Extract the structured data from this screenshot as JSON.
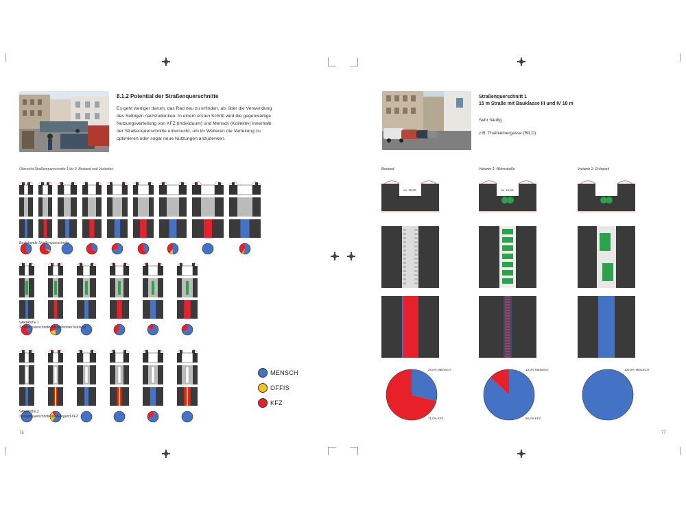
{
  "left": {
    "heading": "8.1.2  Potential der Straßenquerschnitte",
    "body_lines": [
      "Es geht weniger darum, das Rad neu zu erfinden, als über die Verwendung",
      "des Selbigen nachzudenken. In einem ersten Schritt wird die gegenwärtige",
      "Nutzungsverteilung von KFZ (Individuum) und Mensch (Kollektiv) innerhalb",
      "der Straßenquerschnitte untersucht, um im Weiteren die Verteilung zu",
      "optimieren oder sogar neue Nutzungen anzudenken."
    ],
    "overview_caption": "Übersicht Straßenquerschnitte 1 bis 9, Bestand und Varianten.",
    "row1_caption": "Bestehende Straßenquerschnitte",
    "row2_caption_1": "VARIANTE 1",
    "row2_caption_2": "Straßenquerschnitte mit getrennter Nutzung",
    "row3_caption_1": "VARIANTE 2",
    "row3_caption_2": "Straßenquerschnitte überwiegend KFZ",
    "page_number": "76"
  },
  "legend": [
    {
      "label": "MENSCH",
      "color": "#4472c4"
    },
    {
      "label": "OFFIS",
      "color": "#f5c21b"
    },
    {
      "label": "KFZ",
      "color": "#e8202a"
    }
  ],
  "right": {
    "heading_1": "Straßenquerschnitt 1",
    "heading_2": "15 m Straße mit Bauklasse III und IV 18 m",
    "freq": "Sehr häufig",
    "example": "z.B. Thalhaimergasse (BILD)",
    "columns": [
      {
        "title": "Bestand",
        "label_top": "29,0% MENSCH",
        "label_bottom": "71,0% KFZ",
        "dim": "ca. 15,00"
      },
      {
        "title": "Variante 1: Wohnstraße",
        "label_top": "13,0% MENSCH",
        "label_bottom": "86,0% KFZ",
        "dim": "ca. 15,00"
      },
      {
        "title": "Variante 2: Grünpark",
        "label_top": "100,0% MENSCH",
        "label_bottom": "",
        "dim": ""
      }
    ],
    "page_number": "77"
  },
  "colors": {
    "mensch": "#4472c4",
    "offis": "#f5c21b",
    "kfz": "#e8202a",
    "road": "#3a3a3a",
    "green": "#2aa34a"
  }
}
